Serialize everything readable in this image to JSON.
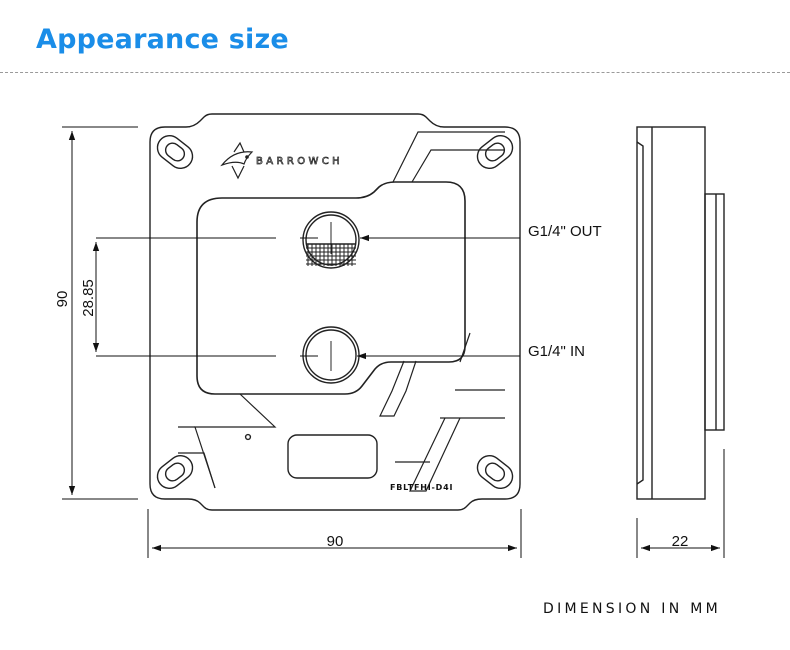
{
  "header": {
    "title": "Appearance size",
    "title_color": "#1a8de8"
  },
  "drawing": {
    "logo_text": "BARROWCH",
    "logo_icon": "shark-icon",
    "part_number": "FBLTFHI-D4I",
    "ports": {
      "out_label": "G1/4\" OUT",
      "in_label": "G1/4\" IN"
    },
    "dimensions": {
      "height": "90",
      "port_spacing": "28.85",
      "width": "90",
      "depth": "22"
    },
    "note": "DIMENSION IN MM"
  }
}
